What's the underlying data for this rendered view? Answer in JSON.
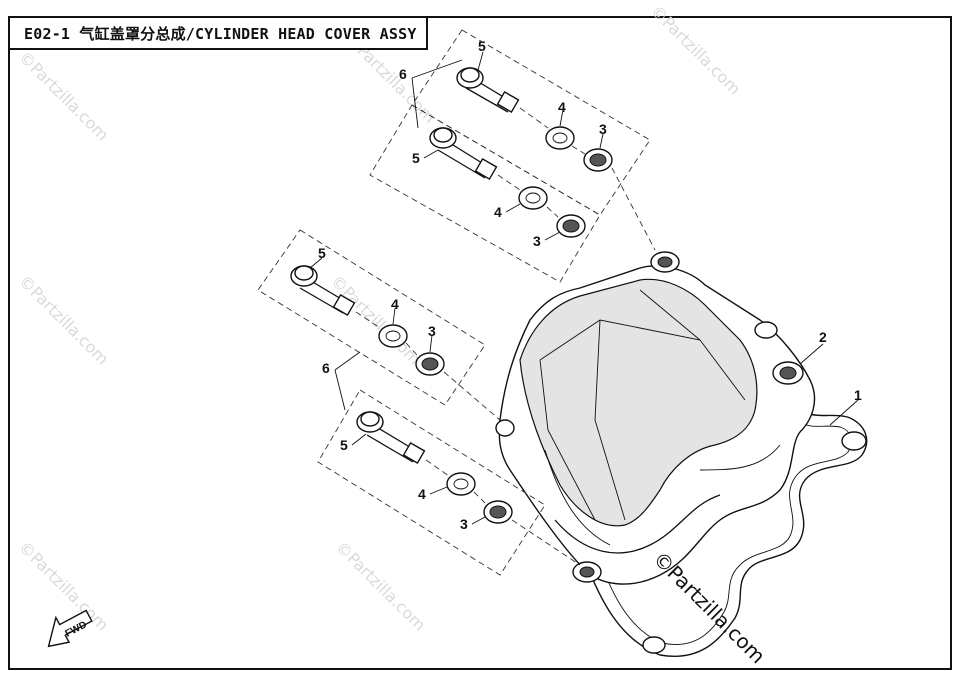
{
  "title": "E02-1 气缸盖罩分总成/CYLINDER HEAD COVER ASSY",
  "callouts": {
    "c1": "1",
    "c2": "2",
    "g1": {
      "n6": "6",
      "n5": "5",
      "n4": "4",
      "n3": "3"
    },
    "g2": {
      "n5": "5",
      "n4": "4",
      "n3": "3"
    },
    "g3": {
      "n5": "5",
      "n4": "4",
      "n3": "3"
    },
    "g4": {
      "n6": "6",
      "n5": "5",
      "n4": "4",
      "n3": "3"
    }
  },
  "fwd_label": "FWD",
  "watermark": "©Partzilla.com",
  "colors": {
    "line": "#111111",
    "watermark": "#d9d9d9",
    "background": "#ffffff"
  },
  "icons": [
    "fwd-arrow-icon"
  ]
}
